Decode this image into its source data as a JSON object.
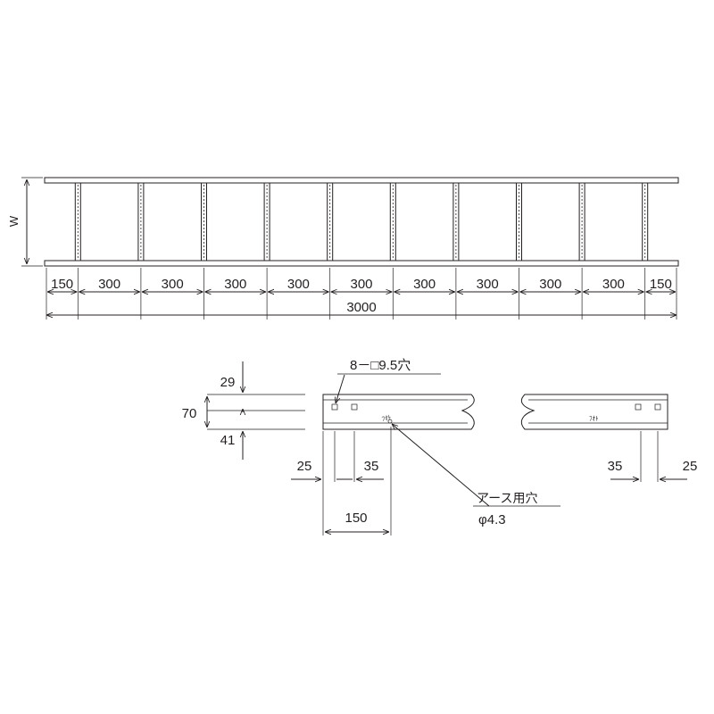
{
  "plan_view": {
    "width_label": "W",
    "total_length": "3000",
    "segments": [
      "150",
      "300",
      "300",
      "300",
      "300",
      "300",
      "300",
      "300",
      "300",
      "300",
      "150"
    ]
  },
  "detail": {
    "hole_callout": "8－□9.5穴",
    "rail_height": "70",
    "upper_offset": "29",
    "lower_offset": "41",
    "left_first_hole": "25",
    "left_second_hole": "35",
    "left_ground_hole_offset": "150",
    "right_second_hole": "35",
    "right_first_hole": "25",
    "ground_hole_label": "アース用穴",
    "ground_hole_diameter": "φ4.3"
  }
}
